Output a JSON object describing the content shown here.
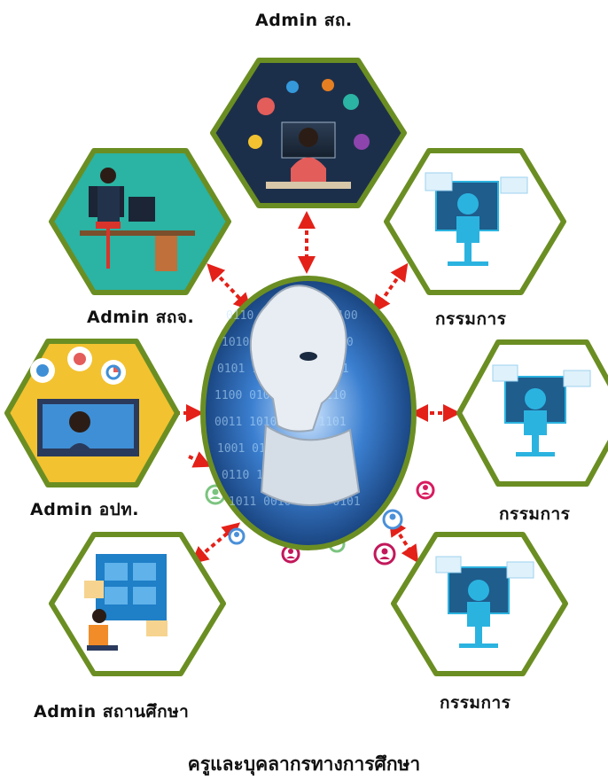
{
  "nodes": {
    "top": {
      "label": "Admin สถ."
    },
    "upper_left": {
      "label": "Admin สถจ."
    },
    "upper_right": {
      "label": "กรรมการ"
    },
    "middle_left": {
      "label": "Admin อปท."
    },
    "middle_right": {
      "label": "กรรมการ"
    },
    "lower_left": {
      "label": "Admin สถานศึกษา"
    },
    "lower_right": {
      "label": "กรรมการ"
    }
  },
  "footer": {
    "label": "ครูและบุคลากรทางการศึกษา"
  },
  "colors": {
    "hex_border": "#6b8e23",
    "arrow": "#e32119",
    "hub_border": "#6b8e23",
    "hub_blue": "#1a5fb4",
    "teal": "#2bb3a3",
    "yellow": "#f2c230"
  }
}
